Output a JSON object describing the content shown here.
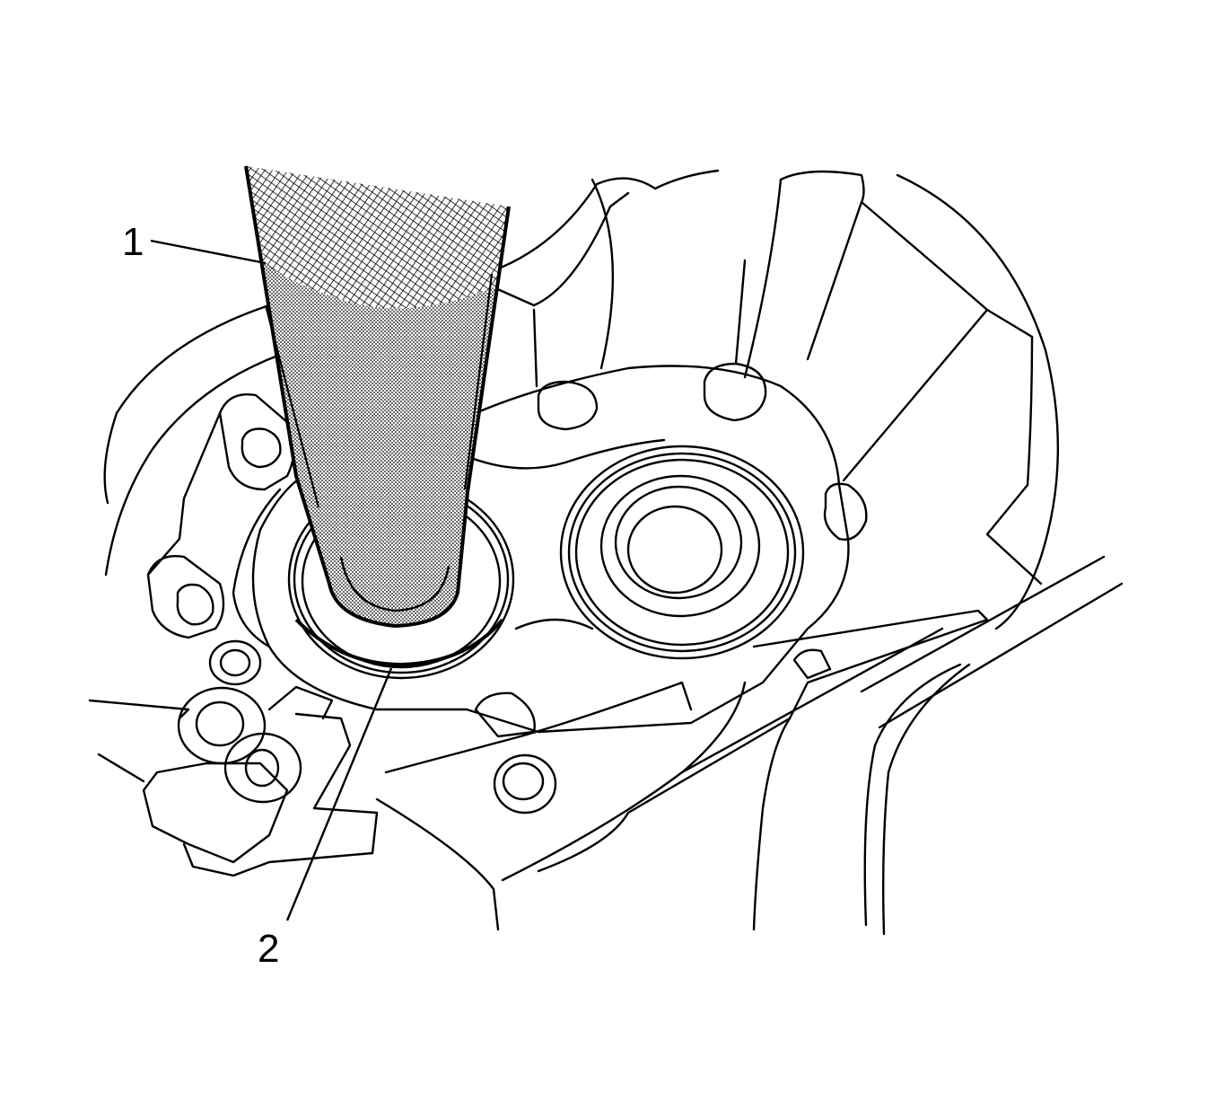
{
  "figure": {
    "type": "technical-line-illustration",
    "subject": "seal-removal-with-tool",
    "colors": {
      "line": "#000000",
      "background": "#ffffff",
      "tool_fill": "#bdbdbd"
    }
  },
  "callouts": [
    {
      "label": "1",
      "target": "tool"
    },
    {
      "label": "2",
      "target": "seal"
    }
  ]
}
